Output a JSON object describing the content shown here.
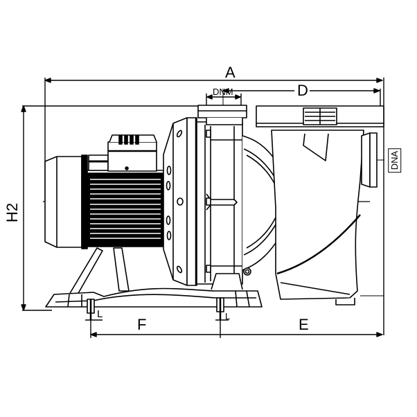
{
  "diagram": {
    "subject": "Pool pump with pre-filter basket — side elevation dimension drawing",
    "line_color": "#000000",
    "background": "#ffffff",
    "dimensions": {
      "A": {
        "label": "A",
        "description": "overall length"
      },
      "D": {
        "label": "D",
        "description": "suction port to discharge port axis"
      },
      "DNM": {
        "label": "DNM",
        "description": "discharge nominal diameter"
      },
      "DNA": {
        "label": "DNA",
        "description": "suction nominal diameter"
      },
      "H2": {
        "label": "H2",
        "description": "overall height"
      },
      "F": {
        "label": "F",
        "description": "distance between base fixing holes"
      },
      "E": {
        "label": "E",
        "description": "rear fixing hole to basket end"
      },
      "L_left": {
        "label": "L"
      },
      "L_right": {
        "label": "L"
      }
    },
    "components": [
      "motor-fan-cover",
      "motor-body-finned",
      "terminal-box",
      "motor-flange",
      "pump-volute",
      "discharge-flange",
      "pre-filter-basket",
      "basket-lid",
      "suction-port",
      "base-foot",
      "drain-plug"
    ]
  }
}
